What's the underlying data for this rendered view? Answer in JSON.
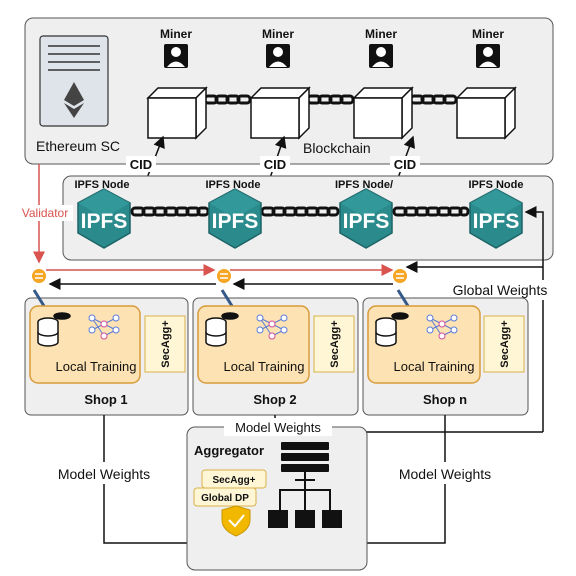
{
  "ethereum": {
    "label": "Ethereum SC"
  },
  "blockchain": {
    "label": "Blockchain"
  },
  "miners": [
    {
      "label": "Miner"
    },
    {
      "label": "Miner"
    },
    {
      "label": "Miner"
    },
    {
      "label": "Miner"
    }
  ],
  "cid_labels": [
    "CID",
    "CID",
    "CID"
  ],
  "ipfs": {
    "node_labels": [
      "IPFS Node",
      "IPFS Node",
      "IPFS Node/",
      "IPFS Node"
    ],
    "logo_text": "IPFS"
  },
  "validator": {
    "label": "Validator"
  },
  "global_weights": {
    "label": "Global Weights"
  },
  "shops": [
    {
      "name": "Shop 1",
      "training": "Local Training",
      "secagg": "SecAgg+"
    },
    {
      "name": "Shop 2",
      "training": "Local Training",
      "secagg": "SecAgg+"
    },
    {
      "name": "Shop n",
      "training": "Local Training",
      "secagg": "SecAgg+"
    }
  ],
  "aggregator": {
    "title": "Aggregator",
    "secagg": "SecAgg+",
    "global_dp": "Global DP",
    "model_weights_label": "Model Weights"
  },
  "model_weights": {
    "left": "Model Weights",
    "right": "Model Weights"
  },
  "colors": {
    "panel_fill": "#efefef",
    "cube_fill": "#2a8a8c",
    "shop_inner_fill": "#fde2b3",
    "shop_inner_stroke": "#d89b3a",
    "validator_red": "#d9534f",
    "orange_node": "#f5a623",
    "shield": "#f2b800"
  }
}
